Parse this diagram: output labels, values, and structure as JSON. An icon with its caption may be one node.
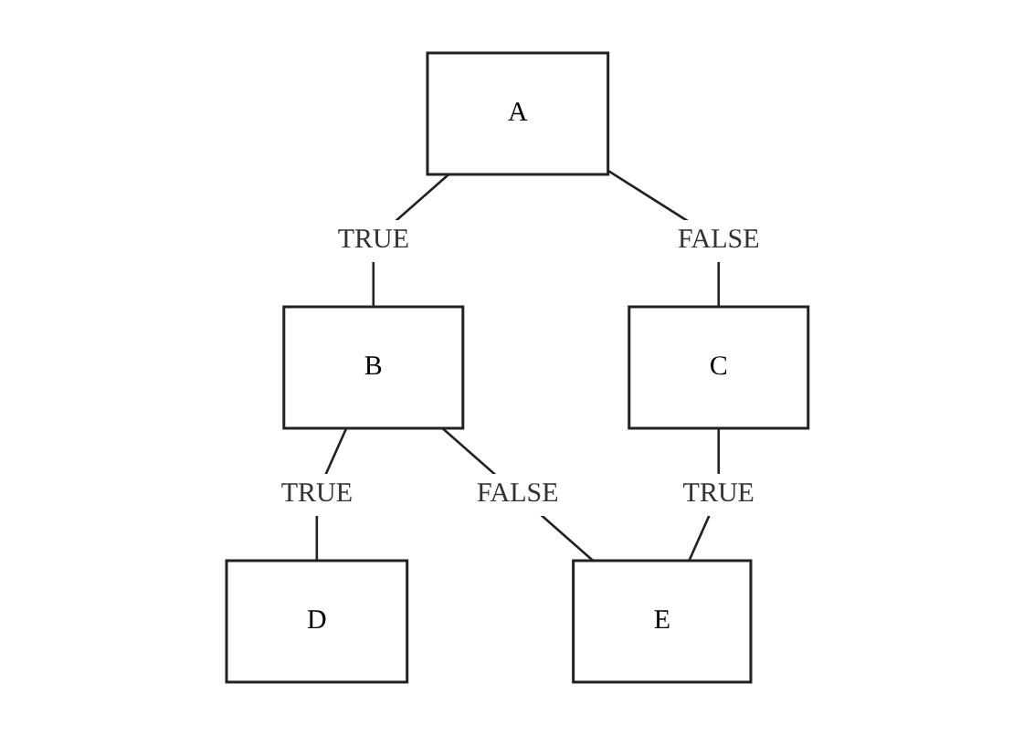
{
  "diagram": {
    "nodes": [
      {
        "text": [
          "A"
        ]
      },
      {
        "text": [
          "B"
        ]
      },
      {
        "text": [
          "C"
        ]
      },
      {
        "text": [
          "D"
        ]
      },
      {
        "text": [
          "E"
        ]
      }
    ],
    "edges": [
      {
        "from": 0,
        "to": 1,
        "arrow": "none",
        "label": "TRUE"
      },
      {
        "from": 0,
        "to": 2,
        "arrow": "none",
        "label": "FALSE"
      },
      {
        "from": 1,
        "to": 3,
        "arrow": "none",
        "label": "TRUE"
      },
      {
        "from": 1,
        "to": 4,
        "arrow": "none",
        "label": "FALSE"
      },
      {
        "from": 2,
        "to": 4,
        "arrow": "none",
        "label": "TRUE"
      }
    ]
  }
}
